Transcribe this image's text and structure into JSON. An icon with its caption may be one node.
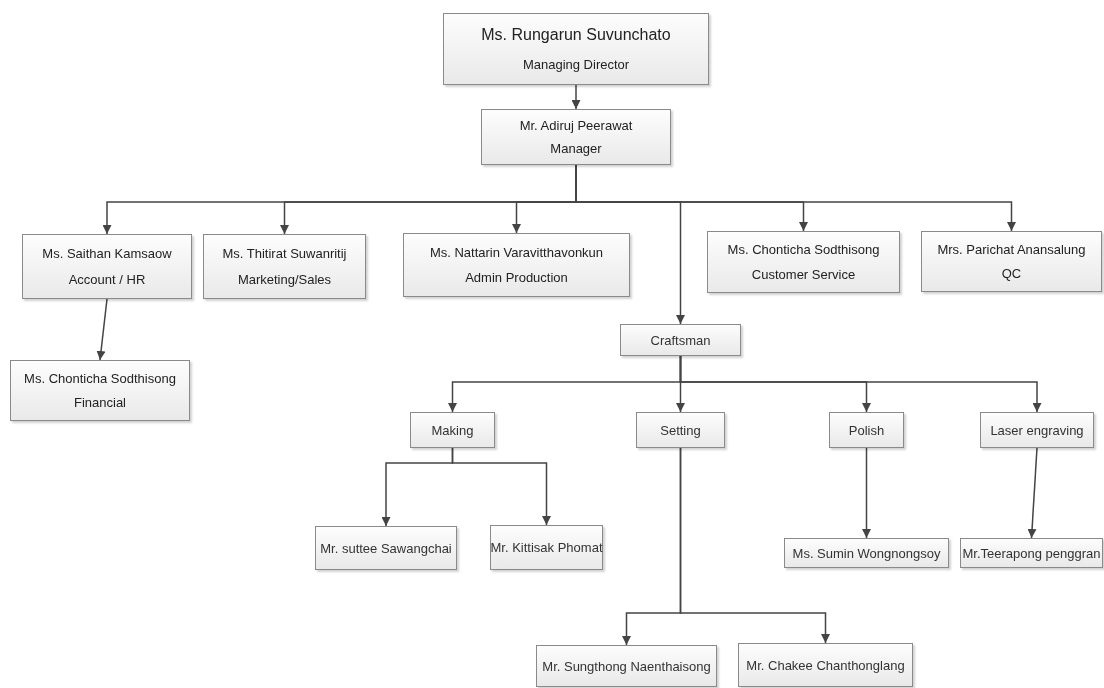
{
  "diagram": {
    "nodes": [
      {
        "text": [
          "Ms. Rungarun Suvunchato",
          "Managing Director"
        ]
      },
      {
        "text": [
          "Mr. Adiruj Peerawat",
          "Manager"
        ]
      },
      {
        "text": [
          "Ms. Saithan Kamsaow",
          "Account / HR"
        ]
      },
      {
        "text": [
          "Ms. Thitirat Suwanritij",
          "Marketing/Sales"
        ]
      },
      {
        "text": [
          "Ms. Nattarin Varavitthavonkun",
          "Admin Production"
        ]
      },
      {
        "text": [
          "Ms. Chonticha Sodthisong",
          "Customer Service"
        ]
      },
      {
        "text": [
          "Mrs. Parichat Anansalung",
          "QC"
        ]
      },
      {
        "text": [
          "Ms. Chonticha Sodthisong",
          "Financial"
        ]
      },
      {
        "text": [
          "Craftsman"
        ]
      },
      {
        "text": [
          "Making"
        ]
      },
      {
        "text": [
          "Setting"
        ]
      },
      {
        "text": [
          "Polish"
        ]
      },
      {
        "text": [
          "Laser engraving"
        ]
      },
      {
        "text": [
          "Mr. suttee Sawangchai"
        ]
      },
      {
        "text": [
          "Mr. Kittisak Phomat"
        ]
      },
      {
        "text": [
          "Ms. Sumin Wongnongsoy"
        ]
      },
      {
        "text": [
          "Mr.Teerapong penggran"
        ]
      },
      {
        "text": [
          "Mr. Sungthong Naenthaisong"
        ]
      },
      {
        "text": [
          "Mr. Chakee Chanthonglang"
        ]
      }
    ],
    "edges": [
      {
        "from": 0,
        "to": 1,
        "arrow": "to"
      },
      {
        "from": 1,
        "to": 2,
        "arrow": "to"
      },
      {
        "from": 1,
        "to": 3,
        "arrow": "to"
      },
      {
        "from": 1,
        "to": 4,
        "arrow": "to"
      },
      {
        "from": 1,
        "to": 8,
        "arrow": "to"
      },
      {
        "from": 1,
        "to": 5,
        "arrow": "to"
      },
      {
        "from": 1,
        "to": 6,
        "arrow": "to"
      },
      {
        "from": 2,
        "to": 7,
        "arrow": "to"
      },
      {
        "from": 8,
        "to": 9,
        "arrow": "to"
      },
      {
        "from": 8,
        "to": 10,
        "arrow": "to"
      },
      {
        "from": 8,
        "to": 11,
        "arrow": "to"
      },
      {
        "from": 8,
        "to": 12,
        "arrow": "to"
      },
      {
        "from": 9,
        "to": 13,
        "arrow": "to"
      },
      {
        "from": 9,
        "to": 14,
        "arrow": "to"
      },
      {
        "from": 10,
        "to": 17,
        "arrow": "to"
      },
      {
        "from": 10,
        "to": 18,
        "arrow": "to"
      },
      {
        "from": 11,
        "to": 15,
        "arrow": "to"
      },
      {
        "from": 12,
        "to": 16,
        "arrow": "to"
      }
    ]
  }
}
